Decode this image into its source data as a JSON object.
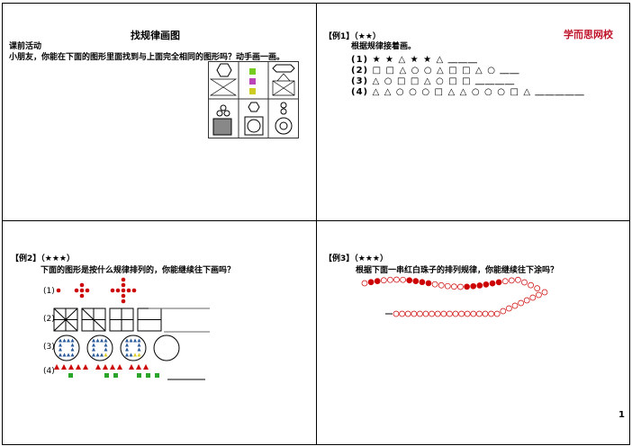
{
  "q1": {
    "title": "找规律画图",
    "sub": "课前活动",
    "prompt": "小朋友，你能在下面的图形里面找到与上面完全相同的图形吗？动手画一画。"
  },
  "q2": {
    "head": "【例1】（★★）",
    "logo": "学而思网校",
    "prompt": "根据规律接着画。",
    "rows": [
      "(1) ★ ★ △ ★ ★ △ ＿＿＿",
      "(2) □ □ △ ○ ○ △ □ □ △ ○ ＿＿",
      "(3) △ ○ □ □ △ ○ □ □ ＿＿＿＿",
      "(4) △ △ ○ ○ ○ □ △ △ ○ ○ ○ □ △ ＿＿＿＿＿"
    ]
  },
  "q3": {
    "head": "【例2】（★★★）",
    "prompt": "下面的图形是按什么规律排列的，你能继续往下画吗？",
    "labels": [
      "(1)",
      "(2)",
      "(3)",
      "(4)"
    ]
  },
  "q4": {
    "head": "【例3】（★★★）",
    "prompt": "根据下面一串红白珠子的排列规律，你能继续往下涂吗？"
  },
  "page_number": "1",
  "colors": {
    "red": "#cc0000",
    "blue": "#2a5a9a",
    "green": "#2aa52a",
    "logo": "#c0142b"
  }
}
